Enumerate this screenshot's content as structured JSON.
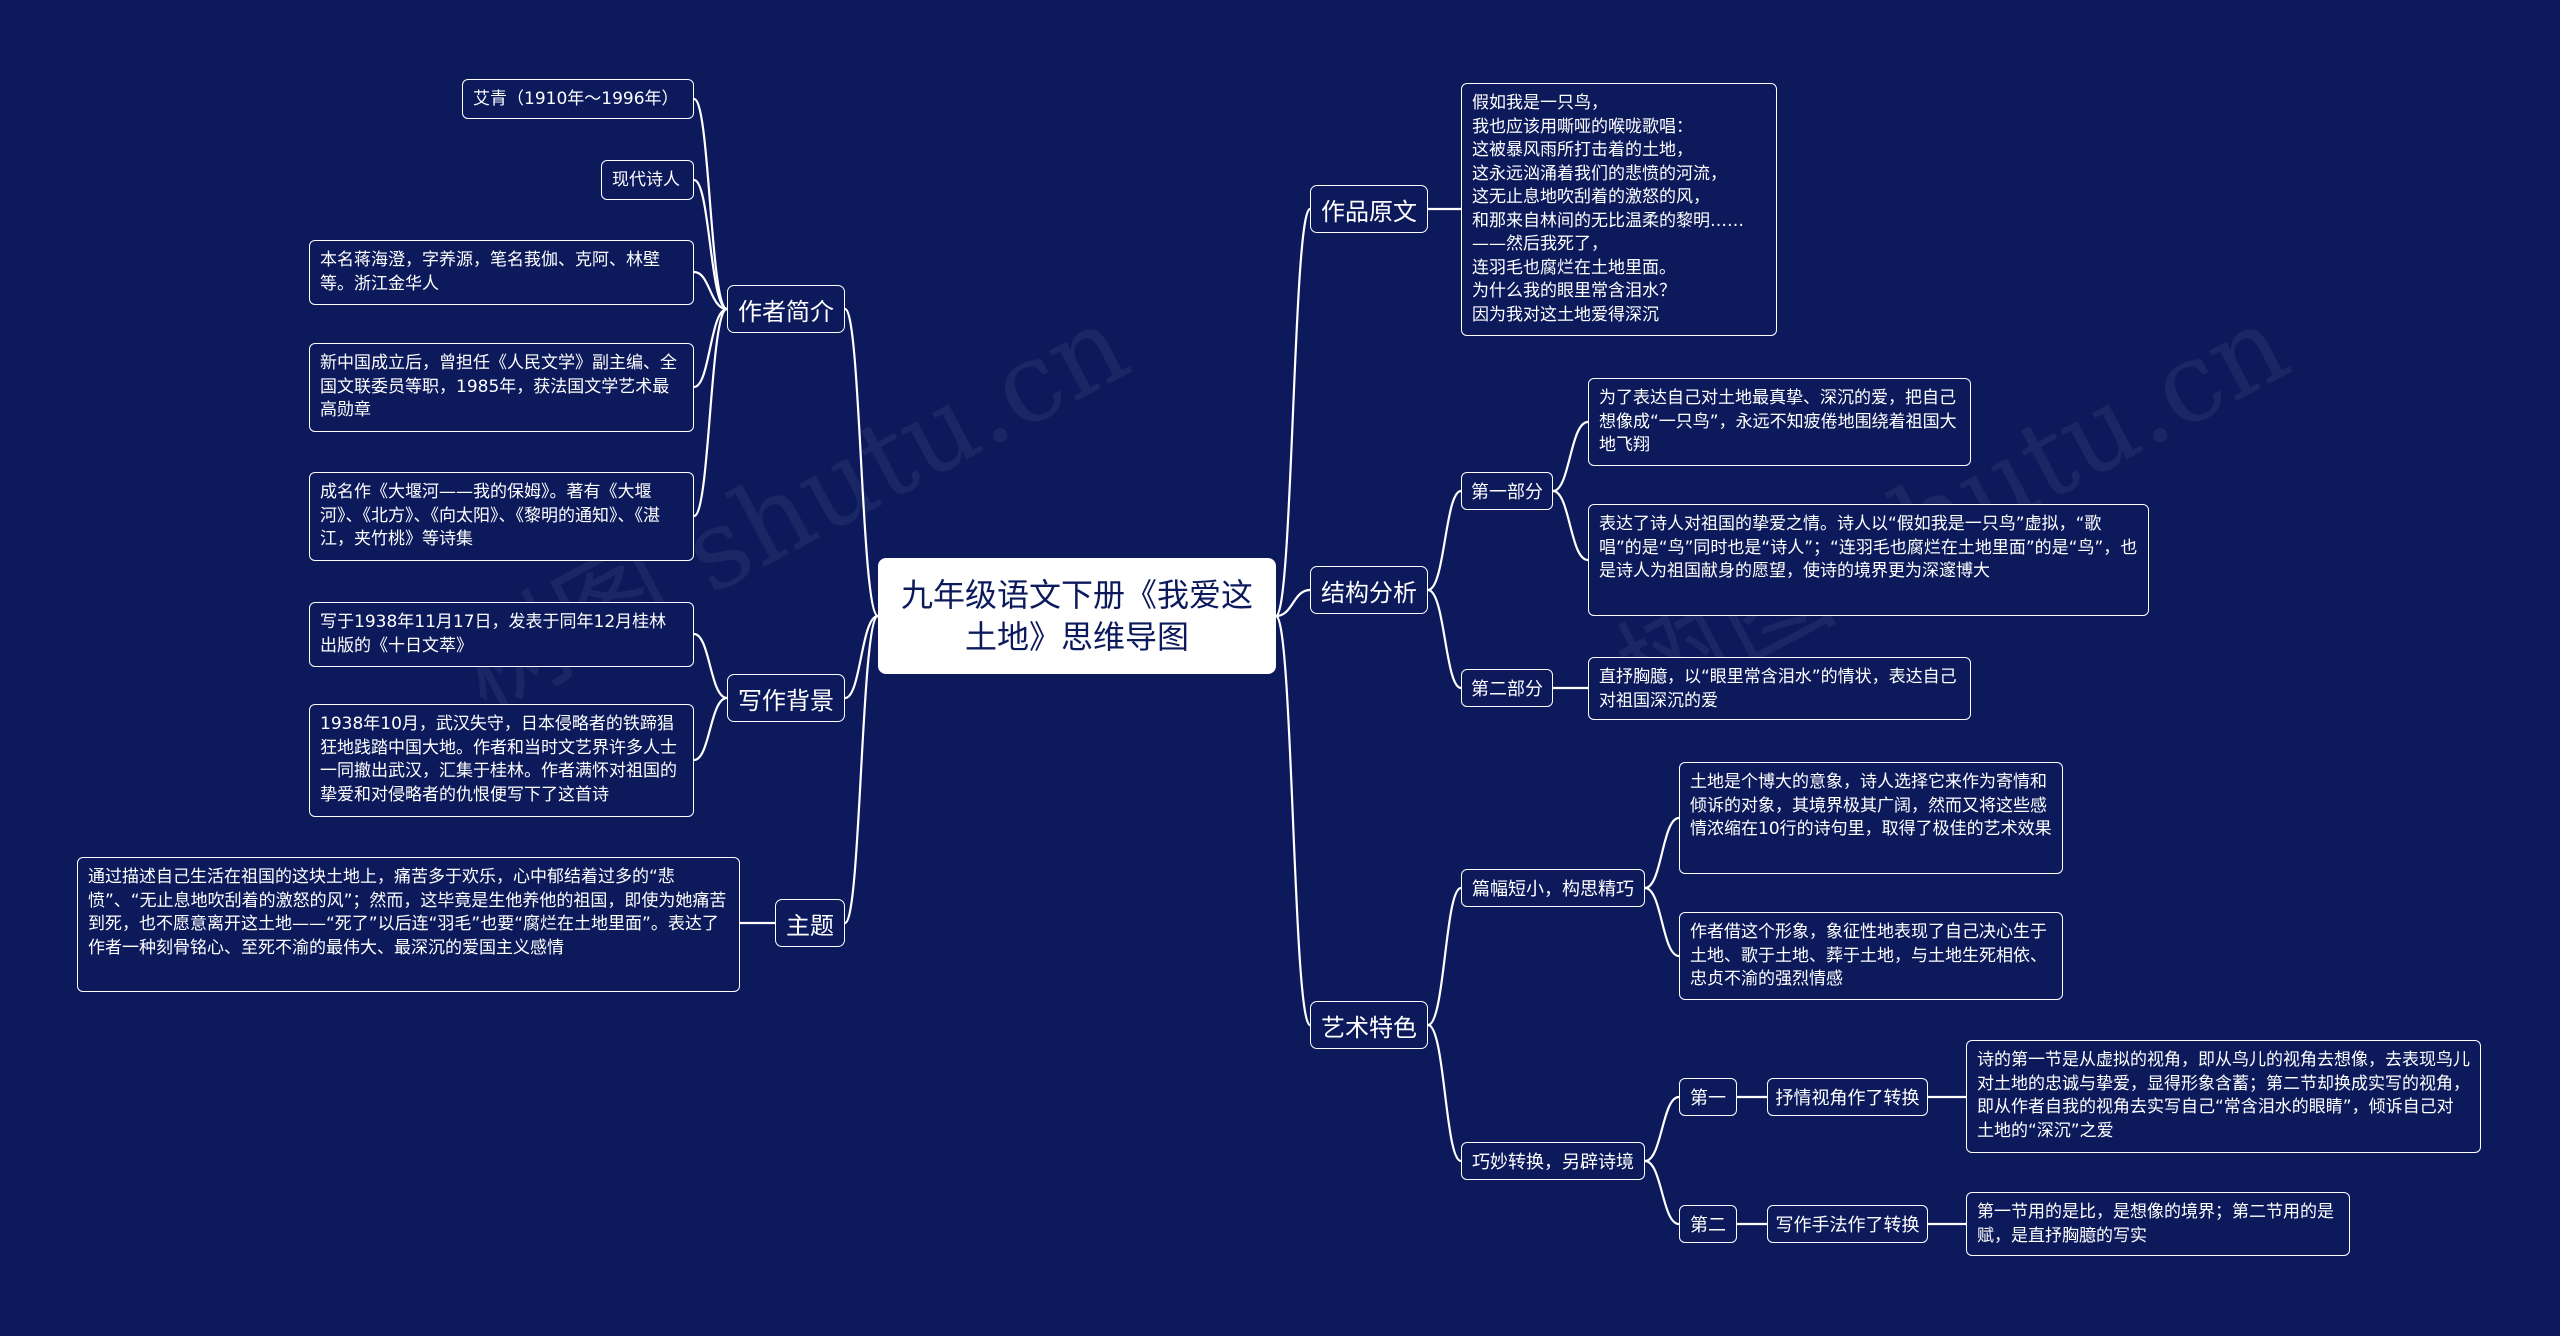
{
  "root": {
    "title": "九年级语文下册《我爱这土地》思维导图"
  },
  "watermark": "树图 shutu.cn",
  "colors": {
    "background": "#0c1a5c",
    "line": "#ffffff",
    "root_bg": "#ffffff",
    "root_text": "#0c1a5c"
  },
  "author": {
    "label": "作者简介",
    "items": [
      "艾青（1910年～1996年）",
      "现代诗人",
      "本名蒋海澄，字养源，笔名莪伽、克阿、林壁等。浙江金华人",
      "新中国成立后，曾担任《人民文学》副主编、全国文联委员等职，1985年，获法国文学艺术最高勋章",
      "成名作《大堰河——我的保姆》。著有《大堰河》、《北方》、《向太阳》、《黎明的通知》、《湛江，夹竹桃》等诗集"
    ]
  },
  "background": {
    "label": "写作背景",
    "items": [
      "写于1938年11月17日，发表于同年12月桂林出版的《十日文萃》",
      "1938年10月，武汉失守，日本侵略者的铁蹄猖狂地践踏中国大地。作者和当时文艺界许多人士一同撤出武汉，汇集于桂林。作者满怀对祖国的挚爱和对侵略者的仇恨便写下了这首诗"
    ]
  },
  "theme": {
    "label": "主题",
    "text": "通过描述自己生活在祖国的这块土地上，痛苦多于欢乐，心中郁结着过多的“悲愤”、“无止息地吹刮着的激怒的风”；然而，这毕竟是生他养他的祖国，即使为她痛苦到死，也不愿意离开这土地——“死了”以后连“羽毛”也要“腐烂在土地里面”。表达了作者一种刻骨铭心、至死不渝的最伟大、最深沉的爱国主义感情"
  },
  "original": {
    "label": "作品原文",
    "text": "假如我是一只鸟，\n我也应该用嘶哑的喉咙歌唱：\n这被暴风雨所打击着的土地，\n这永远汹涌着我们的悲愤的河流，\n这无止息地吹刮着的激怒的风，\n和那来自林间的无比温柔的黎明……\n——然后我死了，\n连羽毛也腐烂在土地里面。\n为什么我的眼里常含泪水？\n因为我对这土地爱得深沉"
  },
  "structure": {
    "label": "结构分析",
    "part1": {
      "label": "第一部分",
      "items": [
        "为了表达自己对土地最真挚、深沉的爱，把自己想像成“一只鸟”，永远不知疲倦地围绕着祖国大地飞翔",
        "表达了诗人对祖国的挚爱之情。诗人以“假如我是一只鸟”虚拟，“歌唱”的是“鸟”同时也是“诗人”；“连羽毛也腐烂在土地里面”的是“鸟”，也是诗人为祖国献身的愿望，使诗的境界更为深邃博大"
      ]
    },
    "part2": {
      "label": "第二部分",
      "text": "直抒胸臆，以“眼里常含泪水”的情状，表达自己对祖国深沉的爱"
    }
  },
  "art": {
    "label": "艺术特色",
    "short": {
      "label": "篇幅短小，构思精巧",
      "items": [
        "土地是个博大的意象，诗人选择它来作为寄情和倾诉的对象，其境界极其广阔，然而又将这些感情浓缩在10行的诗句里，取得了极佳的艺术效果",
        "作者借这个形象，象征性地表现了自己决心生于土地、歌于土地、葬于土地，与土地生死相依、忠贞不渝的强烈情感"
      ]
    },
    "shift": {
      "label": "巧妙转换，另辟诗境",
      "first": {
        "label": "第一",
        "sub": "抒情视角作了转换",
        "text": "诗的第一节是从虚拟的视角，即从鸟儿的视角去想像，去表现鸟儿对土地的忠诚与挚爱，显得形象含蓄；第二节却换成实写的视角，即从作者自我的视角去实写自己“常含泪水的眼睛”，倾诉自己对土地的“深沉”之爱"
      },
      "second": {
        "label": "第二",
        "sub": "写作手法作了转换",
        "text": "第一节用的是比，是想像的境界；第二节用的是赋，是直抒胸臆的写实"
      }
    }
  }
}
